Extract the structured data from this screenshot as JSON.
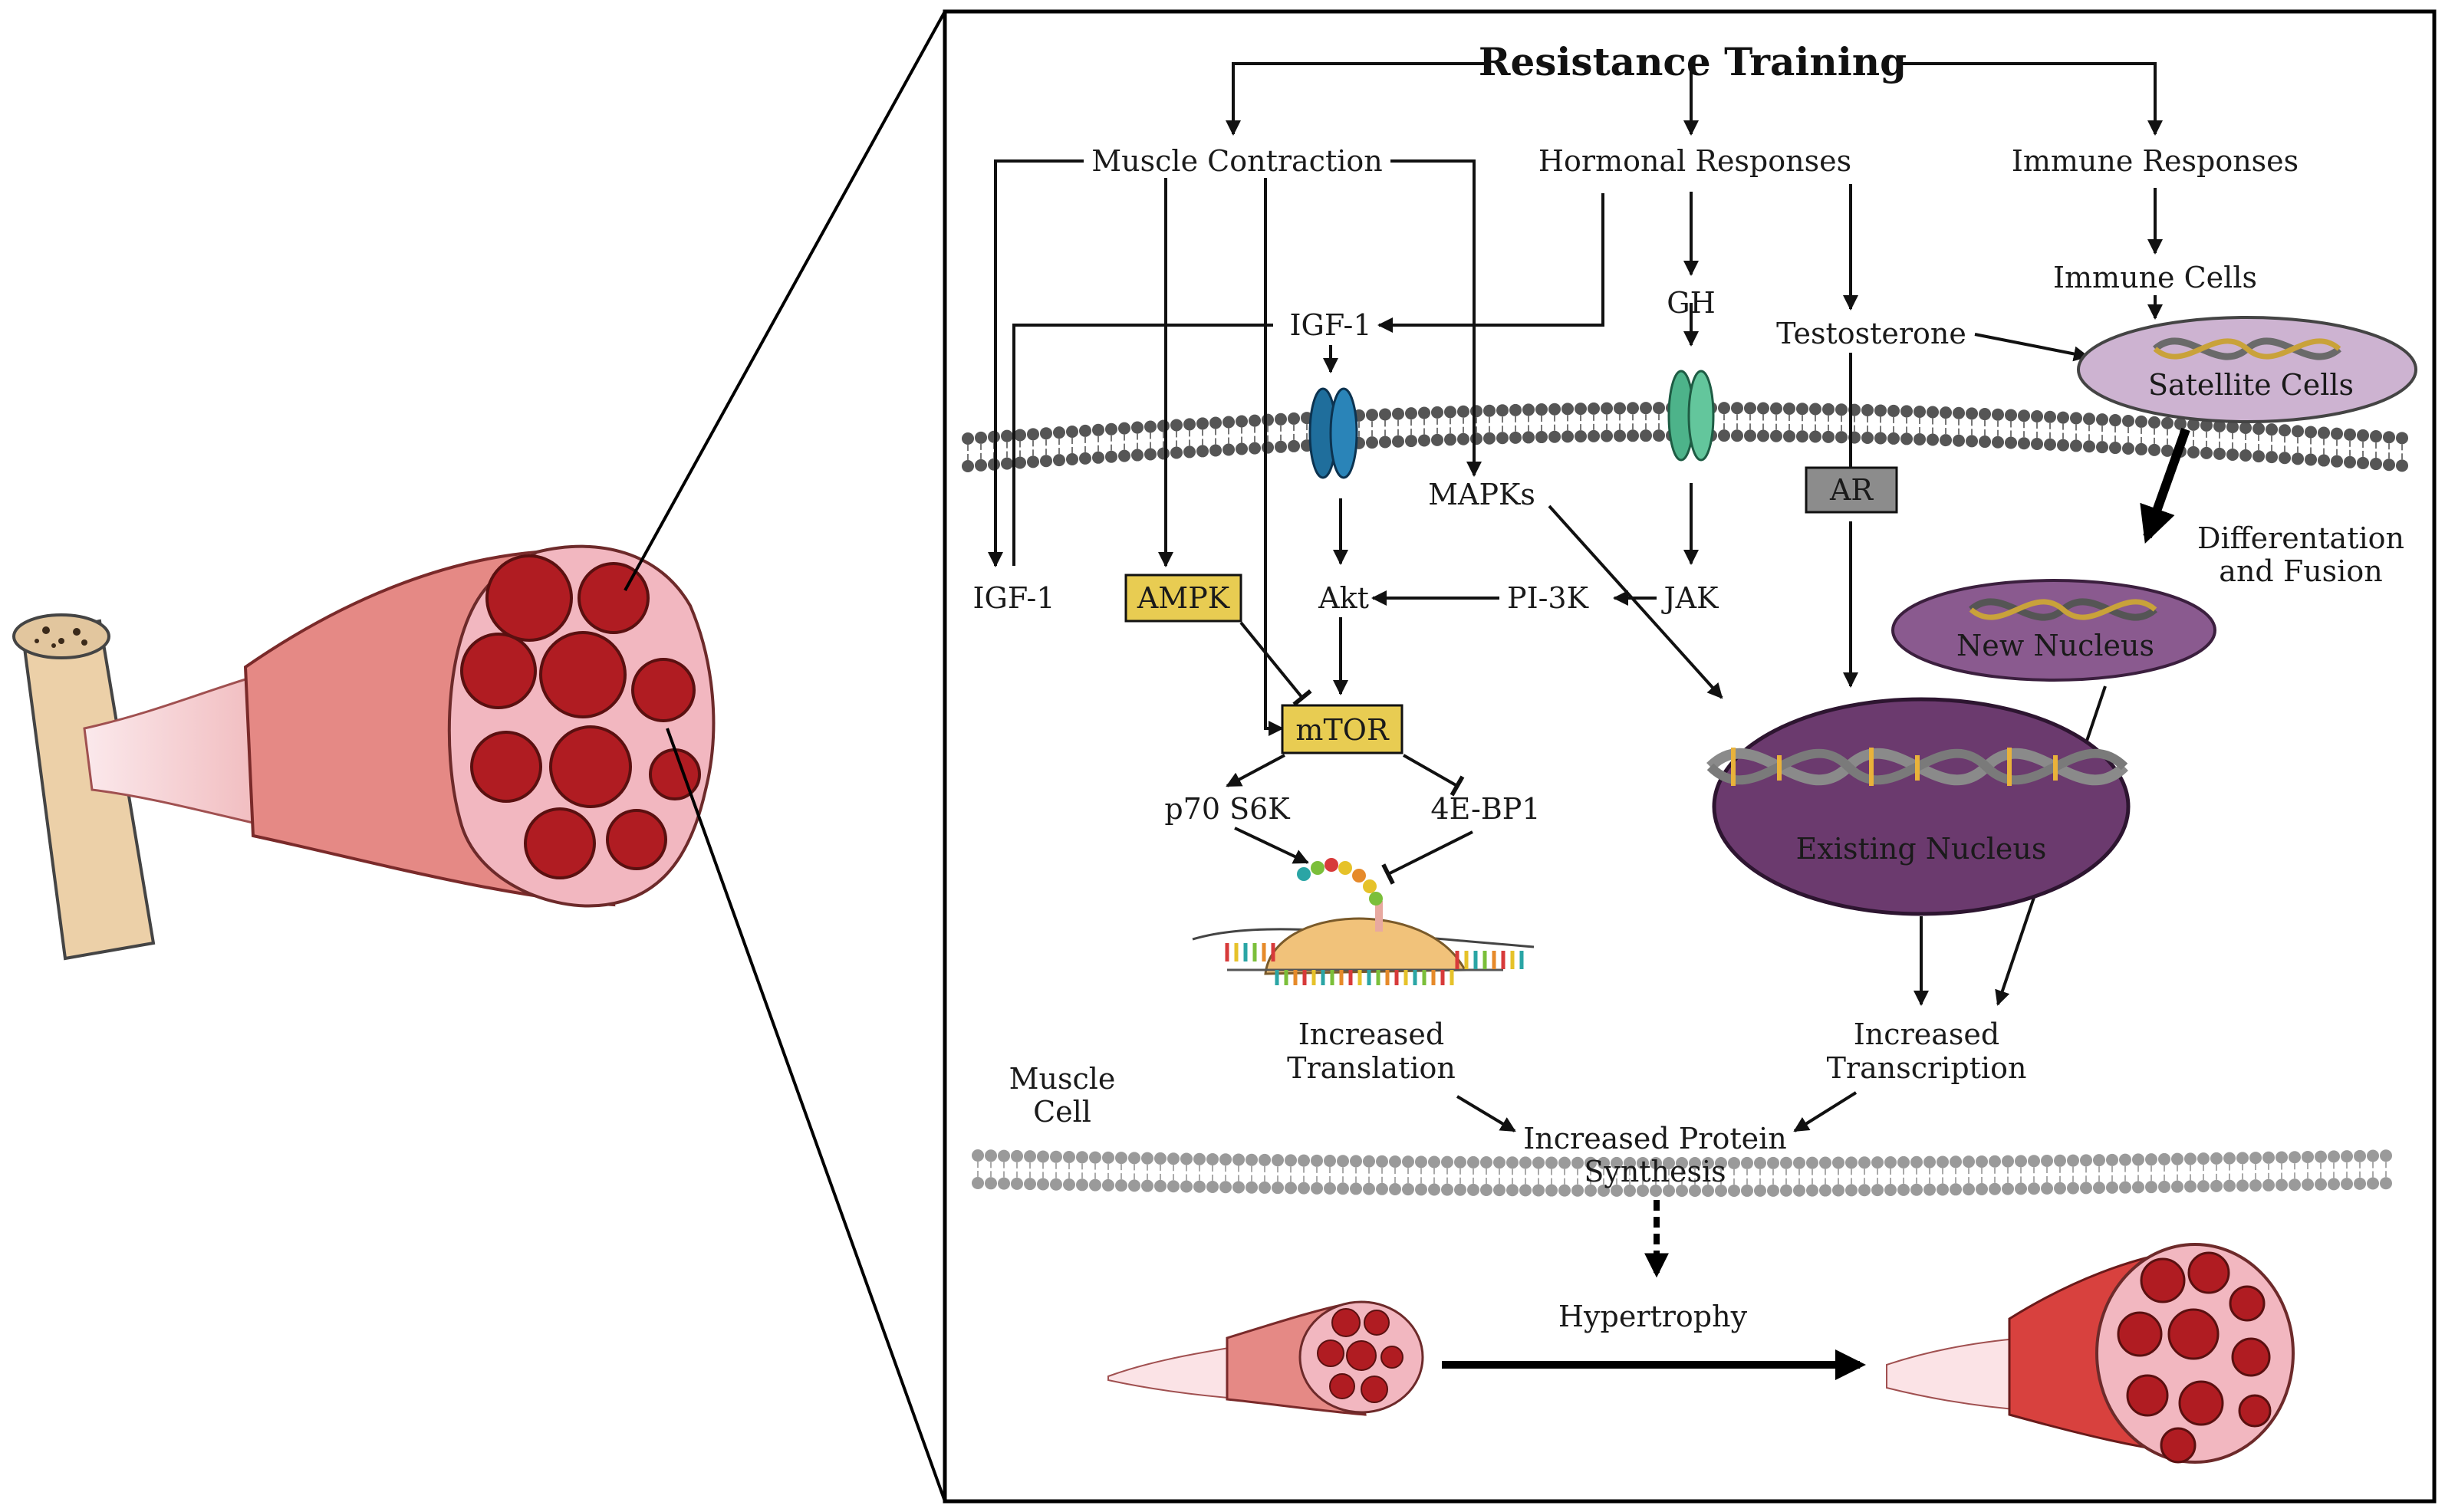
{
  "title": "Resistance Training",
  "branches": {
    "muscle_contraction": "Muscle Contraction",
    "hormonal_responses": "Hormonal Responses",
    "immune_responses": "Immune Responses"
  },
  "signals": {
    "igf1_top": "IGF-1",
    "igf1_left": "IGF-1",
    "gh": "GH",
    "testosterone": "Testosterone",
    "immune_cells": "Immune Cells",
    "satellite_cells": "Satellite Cells",
    "mapks": "MAPKs",
    "ar": "AR",
    "ampk": "AMPK",
    "akt": "Akt",
    "pi3k": "PI-3K",
    "jak": "JAK",
    "mtor": "mTOR",
    "p70s6k": "p70 S6K",
    "eif4ebp1": "4E-BP1",
    "diff_line1": "Differentation",
    "diff_line2": "and Fusion",
    "new_nucleus": "New  Nucleus",
    "existing_nucleus": "Existing Nucleus"
  },
  "outcomes": {
    "translation_line1": "Increased",
    "translation_line2": "Translation",
    "transcription_line1": "Increased",
    "transcription_line2": "Transcription",
    "protein_line1": "Increased Protein",
    "protein_line2": "Synthesis",
    "muscle_cell_line1": "Muscle",
    "muscle_cell_line2": "Cell",
    "hypertrophy": "Hypertrophy"
  },
  "colors": {
    "receptor_blue": "#1f6e9c",
    "receptor_green": "#4db38a",
    "kinase_box": "#e8cc52",
    "ar_box": "#8c8c8c",
    "satellite_fill": "#cdb3d1",
    "new_nucleus_fill": "#8a5a8f",
    "existing_nucleus_fill": "#6b3a6e",
    "membrane": "#555555",
    "muscle_pink": "#e78a86",
    "muscle_red": "#c62f30",
    "fascicle": "#b01c22"
  }
}
